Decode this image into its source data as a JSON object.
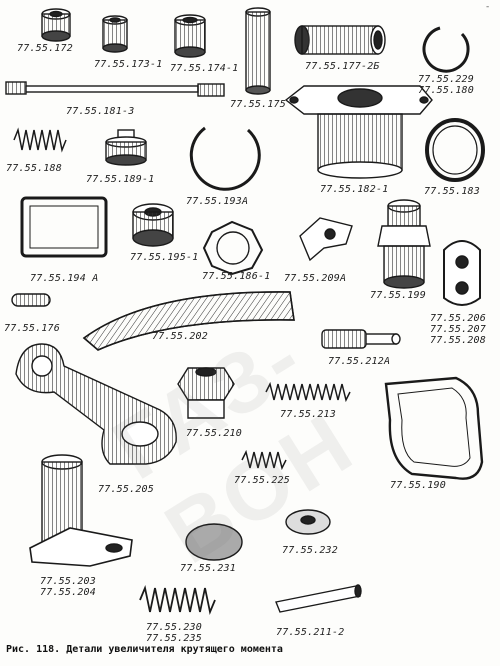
{
  "caption": "Рис. 118. Детали увеличителя крутящего момента",
  "corner_mark": "-",
  "watermark": "ГАЗ-ВОН",
  "parts": [
    {
      "id": "p172",
      "label": "77.55.172"
    },
    {
      "id": "p173",
      "label": "77.55.173-1"
    },
    {
      "id": "p174",
      "label": "77.55.174-1"
    },
    {
      "id": "p177",
      "label": "77.55.177-2Б"
    },
    {
      "id": "p229",
      "label": "77.55.229\n77.55.180"
    },
    {
      "id": "p181",
      "label": "77.55.181-3"
    },
    {
      "id": "p175",
      "label": "77.55.175"
    },
    {
      "id": "p188",
      "label": "77.55.188"
    },
    {
      "id": "p189",
      "label": "77.55.189-1"
    },
    {
      "id": "p182",
      "label": "77.55.182-1"
    },
    {
      "id": "p183",
      "label": "77.55.183"
    },
    {
      "id": "p193",
      "label": "77.55.193А"
    },
    {
      "id": "p194",
      "label": "77.55.194 А"
    },
    {
      "id": "p195",
      "label": "77.55.195-1"
    },
    {
      "id": "p186",
      "label": "77.55.186-1"
    },
    {
      "id": "p209",
      "label": "77.55.209А"
    },
    {
      "id": "p199",
      "label": "77.55.199"
    },
    {
      "id": "p206",
      "label": "77.55.206\n77.55.207\n77.55.208"
    },
    {
      "id": "p176",
      "label": "77.55.176"
    },
    {
      "id": "p202",
      "label": "77.55.202"
    },
    {
      "id": "p212",
      "label": "77.55.212А"
    },
    {
      "id": "p213",
      "label": "77.55.213"
    },
    {
      "id": "p210",
      "label": "77.55.210"
    },
    {
      "id": "p205",
      "label": "77.55.205"
    },
    {
      "id": "p225",
      "label": "77.55.225"
    },
    {
      "id": "p190",
      "label": "77.55.190"
    },
    {
      "id": "p203",
      "label": "77.55.203\n77.55.204"
    },
    {
      "id": "p231",
      "label": "77.55.231"
    },
    {
      "id": "p232",
      "label": "77.55.232"
    },
    {
      "id": "p230",
      "label": "77.55.230\n77.55.235"
    },
    {
      "id": "p211",
      "label": "77.55.211-2"
    }
  ]
}
